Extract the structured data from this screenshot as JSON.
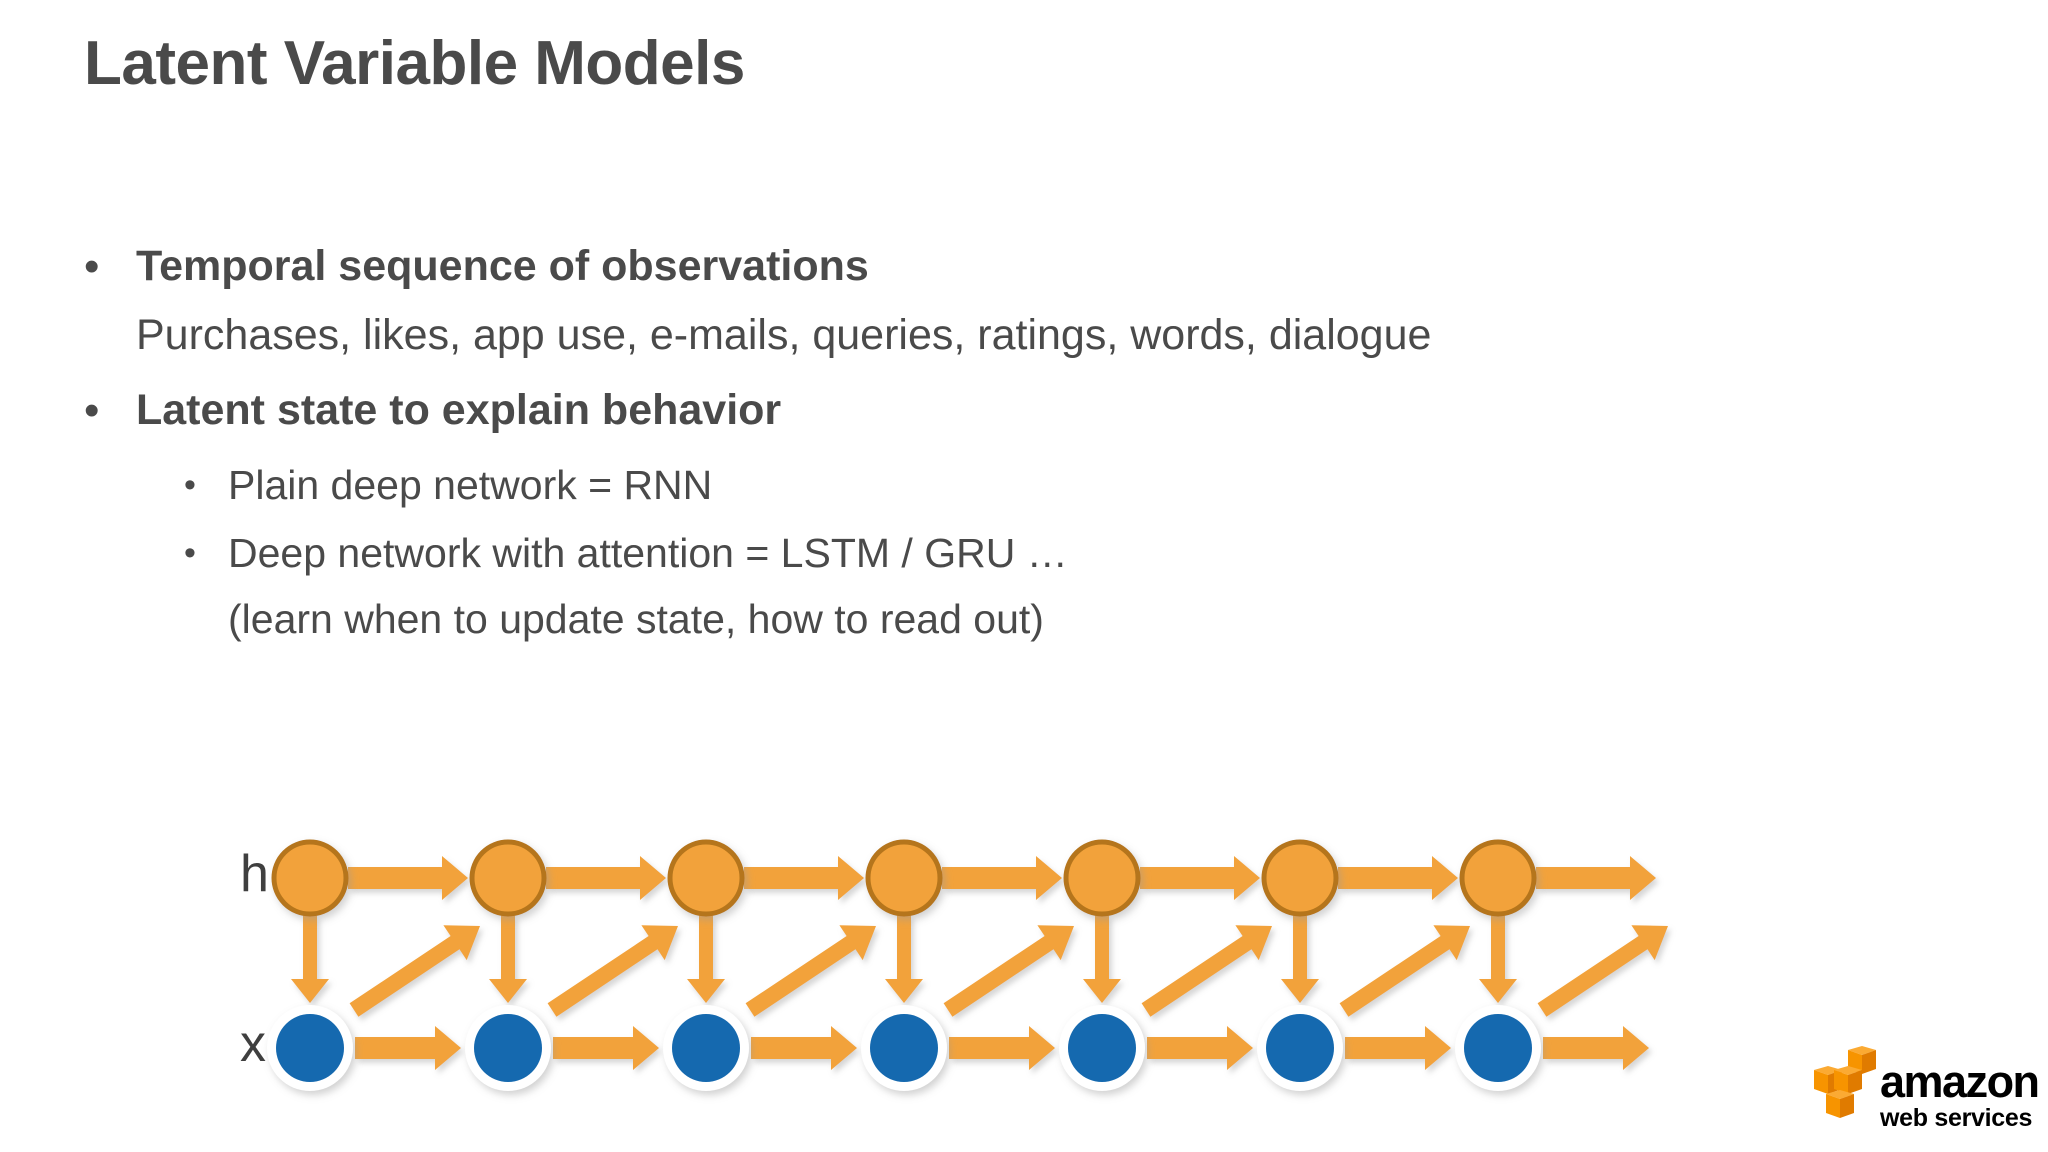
{
  "slide": {
    "title": "Latent Variable Models",
    "background_color": "#ffffff",
    "text_color": "#4a4a4a"
  },
  "bullets": [
    {
      "level": 1,
      "marker": "•",
      "head": "Temporal sequence of observations",
      "sub": "Purchases, likes, app use, e-mails, queries, ratings, words, dialogue"
    },
    {
      "level": 1,
      "marker": "•",
      "head": "Latent state to explain behavior",
      "sub": ""
    },
    {
      "level": 2,
      "marker": "•",
      "line1": "Plain deep network = RNN",
      "line2": ""
    },
    {
      "level": 2,
      "marker": "•",
      "line1": "Deep network with attention = LSTM / GRU …",
      "line2": "(learn when to update state, how to read out)"
    }
  ],
  "diagram": {
    "type": "rnn-unrolled-graph",
    "row_labels": {
      "hidden": "h",
      "observed": "x"
    },
    "timesteps": 7,
    "colors": {
      "hidden_node_fill": "#F2A23B",
      "hidden_node_stroke": "#B5751A",
      "observed_node_fill": "#1569AF",
      "observed_node_ring": "#ffffff",
      "arrow": "#F2A23B"
    },
    "edges": [
      "h_t -> h_t+1 (horizontal)",
      "h_t -> x_t (vertical down)",
      "x_t -> h_t+1 (diagonal up-right)",
      "x_t -> x_t+1 (horizontal)"
    ]
  },
  "logo": {
    "name": "amazon-web-services-logo",
    "wordmark_top": "amazon",
    "wordmark_bottom": "web services",
    "cube_color": "#F79400",
    "cube_color_dark": "#E07B00",
    "cube_color_light": "#FBAA33"
  }
}
